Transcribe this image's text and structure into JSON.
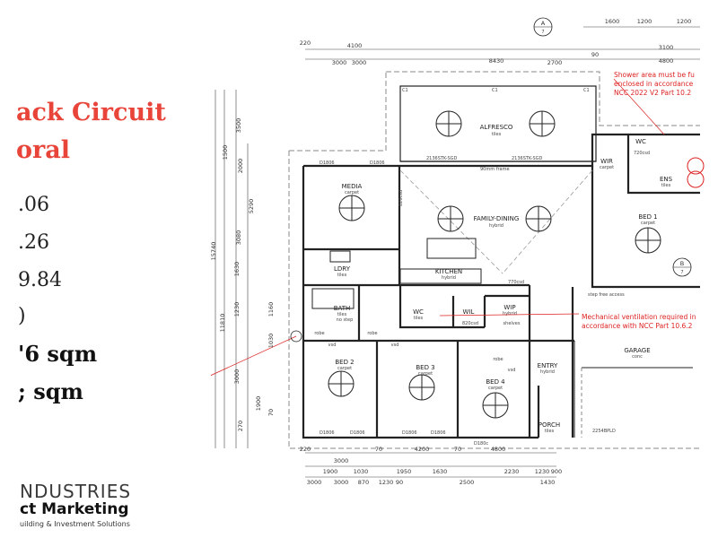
{
  "panel": {
    "title_line1": "ack Circuit",
    "title_line2": "oral",
    "stats": [
      ".06",
      ".26",
      "9.84",
      ")"
    ],
    "area1": "'6 sqm",
    "area2": "; sqm",
    "brand_line1": "NDUSTRIES",
    "brand_line2": "ct Marketing",
    "brand_line3": "uilding & Investment Solutions"
  },
  "plan": {
    "rooms": {
      "alfresco": "ALFRESCO",
      "alfresco_sub": "tiles",
      "media": "MEDIA",
      "media_sub": "carpet",
      "family_dining": "FAMILY-DINING",
      "family_sub": "hybrid",
      "kitchen": "KITCHEN",
      "kitchen_sub": "hybrid",
      "ldry": "LDRY",
      "ldry_sub": "tiles",
      "bath": "BATH",
      "bath_sub": "tiles",
      "no_step": "no step",
      "wc": "WC",
      "wc_sub": "tiles",
      "wil": "WIL",
      "wip": "WIP",
      "wip_sub": "hybrid",
      "shelves": "shelves",
      "bed1": "BED 1",
      "bed1_sub": "carpet",
      "bed2": "BED 2",
      "bed2_sub": "carpet",
      "bed3": "BED 3",
      "bed3_sub": "carpet",
      "bed4": "BED 4",
      "bed4_sub": "carpet",
      "ens": "ENS",
      "ens_sub": "tiles",
      "wir": "WIR",
      "wir_sub": "carpet",
      "wc_ens": "WC",
      "entry": "ENTRY",
      "entry_sub": "hybrid",
      "garage": "GARAGE",
      "garage_sub": "conc",
      "porch": "PORCH",
      "porch_sub": "tiles",
      "robe1": "robe",
      "robe2": "robe",
      "robe3": "robe",
      "vsd1": "vsd",
      "vsd2": "vsd",
      "vsd3": "vsd"
    },
    "notes": {
      "shower1": "Shower area must be fu",
      "shower2": "enclosed in accordance",
      "shower3": "NCC 2022 V2 Part 10.2",
      "mech1": "Mechanical ventilation required in",
      "mech2": "accordance with NCC Part 10.6.2"
    },
    "labels": {
      "door1": "2136STK-SGD",
      "door2": "2136STK-SGD",
      "garage_door": "2254BPLD",
      "win1": "D1806",
      "win2": "D1806",
      "win3": "D1806",
      "win4": "D1806",
      "win5": "D1806",
      "win6": "D180c",
      "win7": "D1806",
      "step_free": "step free access",
      "raked": "90mm frame",
      "cl_770": "770csd",
      "cl_820": "820csd",
      "cl_720": "720csd",
      "cl_820b": "820csd",
      "section": "A",
      "section_num": "7",
      "section_b": "B",
      "section_b_num": "7",
      "c1a": "C1",
      "c1b": "C1",
      "c1c": "C1"
    },
    "dims_top": [
      "220",
      "4100",
      "8430",
      "90",
      "4800",
      "3000",
      "3000",
      "2700",
      "3100",
      "1600",
      "1200",
      "1200"
    ],
    "dims_left": [
      "1500",
      "3500",
      "2000",
      "3080",
      "5290",
      "1630",
      "1230",
      "1160",
      "1030",
      "3000",
      "1900",
      "270",
      "11810",
      "15740",
      "70"
    ],
    "dims_bottom": [
      "220",
      "3000",
      "70",
      "4200",
      "70",
      "4800",
      "1900",
      "1030",
      "1950",
      "1630",
      "2230",
      "1230",
      "900",
      "3000",
      "1230",
      "2500",
      "1430",
      "3000",
      "90",
      "870"
    ]
  }
}
